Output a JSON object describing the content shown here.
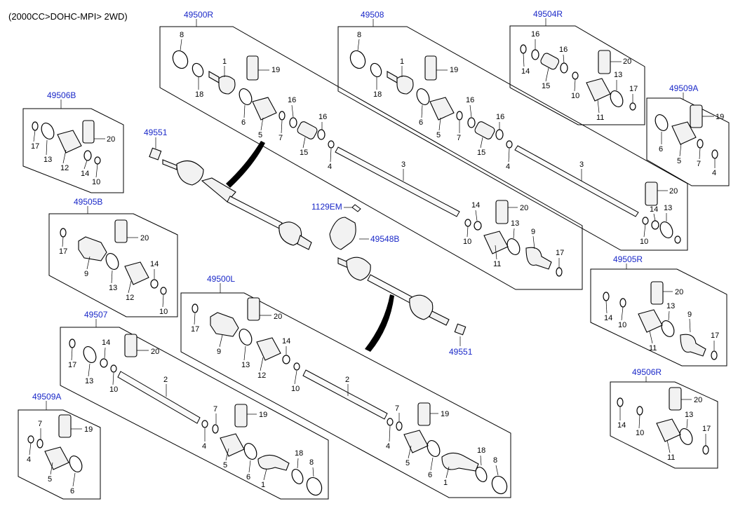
{
  "header": {
    "spec": "(2000CC>DOHC-MPI> 2WD)"
  },
  "refs": {
    "r49500R": "49500R",
    "r49508": "49508",
    "r49504R": "49504R",
    "r49506B": "49506B",
    "r49509A_top": "49509A",
    "r49551_top": "49551",
    "r49505B": "49505B",
    "r1129EM": "1129EM",
    "r49548B": "49548B",
    "r49500L": "49500L",
    "r49505R": "49505R",
    "r49507": "49507",
    "r49551_bot": "49551",
    "r49506R": "49506R",
    "r49509A_bot": "49509A"
  },
  "labels": {
    "a8": "8",
    "a18": "18",
    "a1": "1",
    "a19": "19",
    "a6": "6",
    "a5": "5",
    "a7": "7",
    "a16": "16",
    "a16b": "16",
    "a15": "15",
    "a4": "4",
    "b8": "8",
    "b18": "18",
    "b1": "1",
    "b19": "19",
    "b6": "6",
    "b5": "5",
    "b7": "7",
    "b16": "16",
    "b16b": "16",
    "b15": "15",
    "b4": "4",
    "b3": "3",
    "c16": "16",
    "c16b": "16",
    "c14": "14",
    "c15": "15",
    "c10": "10",
    "c20": "20",
    "c13": "13",
    "c11": "11",
    "c17": "17",
    "d20": "20",
    "d17": "17",
    "d13": "13",
    "d12": "12",
    "d14": "14",
    "d10": "10",
    "e19": "19",
    "e6": "6",
    "e5": "5",
    "e7": "7",
    "e4": "4",
    "f3": "3",
    "f14": "14",
    "f20": "20",
    "f13": "13",
    "f9": "9",
    "f10": "10",
    "f11": "11",
    "f17": "17",
    "g20": "20",
    "g14": "14",
    "g13": "13",
    "g10": "10",
    "h17": "17",
    "h20": "20",
    "h9": "9",
    "h13": "13",
    "h14": "14",
    "h12": "12",
    "h10": "10",
    "i17": "17",
    "i20": "20",
    "i9": "9",
    "i13": "13",
    "i14": "14",
    "i12": "12",
    "i10": "10",
    "i2": "2",
    "i7": "7",
    "i19": "19",
    "i4": "4",
    "i5": "5",
    "i18": "18",
    "i8": "8",
    "i6": "6",
    "i1": "1",
    "j17": "17",
    "j14": "14",
    "j20": "20",
    "j13": "13",
    "j10": "10",
    "j2": "2",
    "j7": "7",
    "j19": "19",
    "j4": "4",
    "j5": "5",
    "j6": "6",
    "j18": "18",
    "j8": "8",
    "j1": "1",
    "k20": "20",
    "k13": "13",
    "k9": "9",
    "k14": "14",
    "k10": "10",
    "k11": "11",
    "k17": "17",
    "l20": "20",
    "l14": "14",
    "l10": "10",
    "l13": "13",
    "l17": "17",
    "l11": "11",
    "m7": "7",
    "m19": "19",
    "m4": "4",
    "m5": "5",
    "m6": "6"
  }
}
